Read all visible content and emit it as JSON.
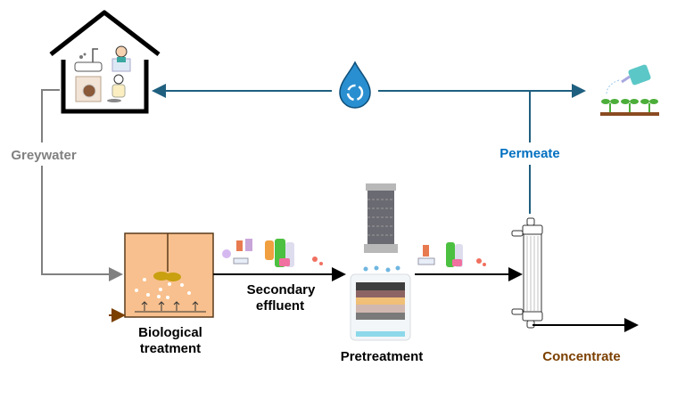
{
  "labels": {
    "greywater": "Greywater",
    "biological_treatment_line1": "Biological",
    "biological_treatment_line2": "treatment",
    "secondary_effluent_line1": "Secondary",
    "secondary_effluent_line2": "effluent",
    "pretreatment": "Pretreatment",
    "permeate": "Permeate",
    "concentrate": "Concentrate"
  },
  "colors": {
    "greywater": "#808080",
    "permeate": "#0070C0",
    "recycle_line": "#1F5F7F",
    "concentrate": "#7B3F00",
    "tank_fill": "#F8C08E"
  },
  "icons": [
    "house-icon",
    "bathtub-icon",
    "face-washing-icon",
    "washing-machine-icon",
    "dish-washing-icon",
    "water-recycle-drop-icon",
    "watering-plants-icon",
    "contaminants-icon",
    "activated-carbon-column-icon",
    "multilayer-filter-icon",
    "membrane-module-icon"
  ]
}
